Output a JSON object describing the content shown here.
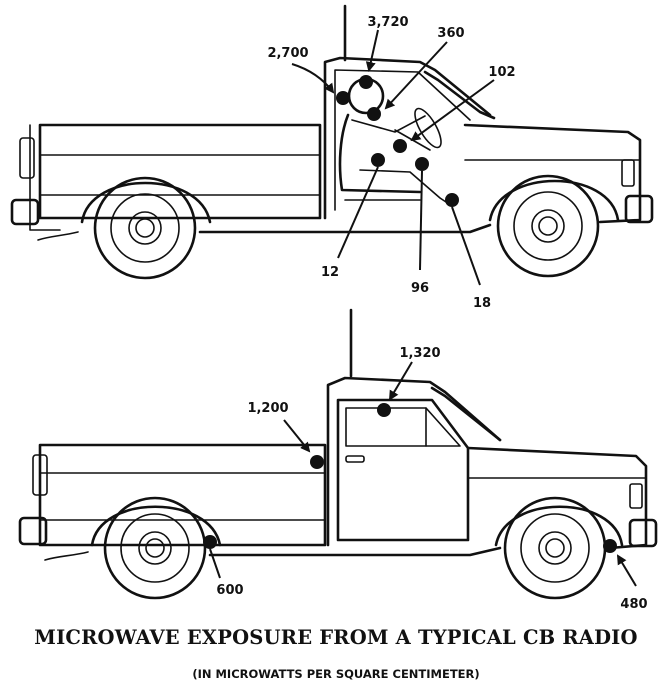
{
  "title": "MICROWAVE EXPOSURE FROM A TYPICAL CB RADIO",
  "subtitle": "(IN MICROWATTS PER SQUARE CENTIMETER)",
  "top_truck": {
    "readings": {
      "head": "3,720",
      "side_window": "2,700",
      "chest": "360",
      "hands": "102",
      "lap": "12",
      "knee": "96",
      "ankle": "18"
    }
  },
  "bottom_truck": {
    "readings": {
      "door_window": "1,320",
      "door_front": "1,200",
      "rear_wheel": "600",
      "front_wheel": "480"
    }
  }
}
